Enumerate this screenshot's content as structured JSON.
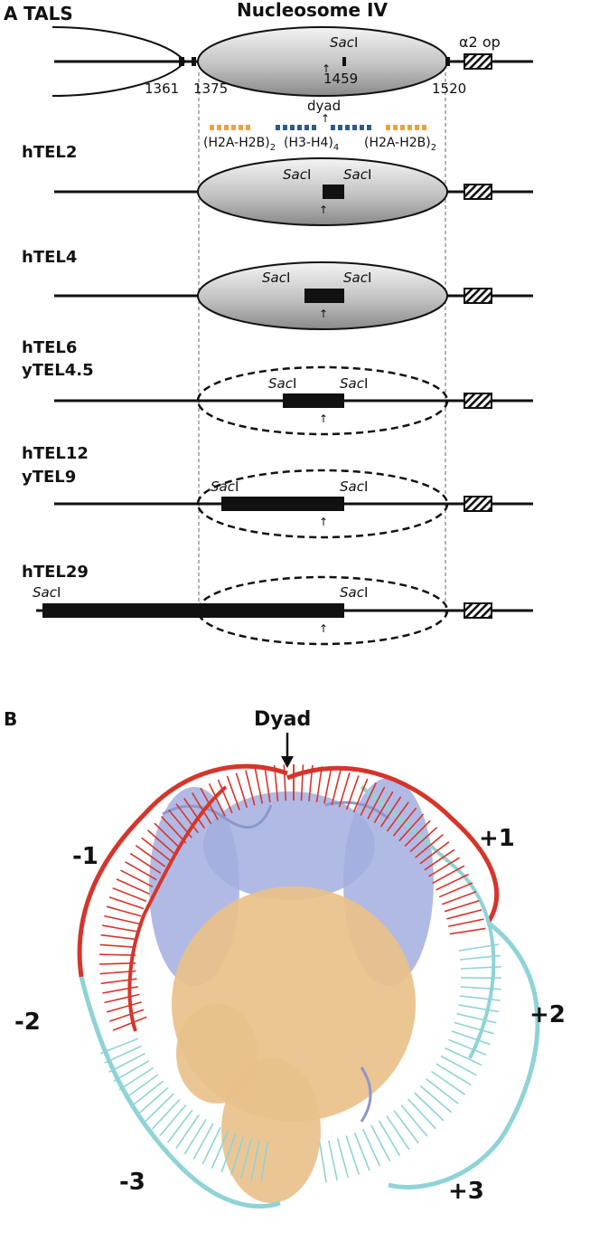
{
  "panel_a": {
    "letter": "A",
    "title": "TALS",
    "nucleosome_title": "Nucleosome IV",
    "sac_label_sac": "Sac",
    "sac_label_i": "I",
    "operator_label": "α2 op",
    "positions": [
      "1361",
      "1375",
      "1459",
      "1520"
    ],
    "dyad_label": "dyad",
    "histone_labels": [
      {
        "main": "(H2A-H2B)",
        "sub": "2"
      },
      {
        "main": "(H3-H4)",
        "sub": "4"
      },
      {
        "main": "(H2A-H2B)",
        "sub": "2"
      }
    ],
    "constructs": [
      {
        "name": "hTEL2"
      },
      {
        "name": "hTEL4"
      },
      {
        "name": "hTEL6",
        "name2": "yTEL4.5"
      },
      {
        "name": "hTEL12",
        "name2": "yTEL9"
      },
      {
        "name": "hTEL29"
      }
    ]
  },
  "panel_b": {
    "letter": "B",
    "dyad_label": "Dyad",
    "superhelix_labels": [
      "-1",
      "+1",
      "-2",
      "+2",
      "-3",
      "+3"
    ]
  },
  "colors": {
    "orange_block": "#e8a14a",
    "blue_block": "#2e5a8a",
    "dna_red": "#d6352b",
    "dna_cyan": "#8fd3d6",
    "protein_blue": "#a3aee0",
    "protein_tan": "#e9c089"
  }
}
